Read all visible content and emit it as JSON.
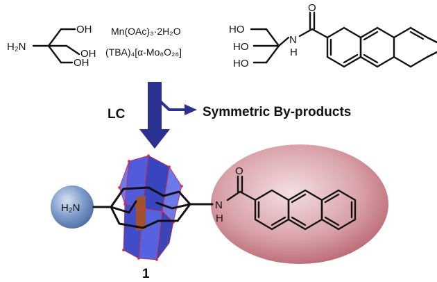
{
  "reagents": {
    "tris_nh2": "H₂N",
    "tris_oh1": "OH",
    "tris_oh2": "OH",
    "tris_oh3": "OH",
    "mn_salt": "Mn(OAc)₃·2H₂O",
    "pom_salt": "(TBA)₄[α-Mo₈O₂₆]",
    "anth_ho1": "HO",
    "anth_ho2": "HO",
    "anth_ho3": "HO",
    "anth_o": "O",
    "anth_n": "N",
    "anth_h": "H"
  },
  "reaction": {
    "condition": "LC",
    "byproduct": "Symmetric By-products"
  },
  "product": {
    "amine_label": "H₂N",
    "amide_o": "O",
    "amide_n": "N",
    "amide_h": "H",
    "compound_number": "1"
  },
  "colors": {
    "arrow": "#2b3190",
    "polyhedra": "#2733c8",
    "amine_sphere": "#6f8fc0",
    "anthracene_ellipse": "#c77f88",
    "manganese": "#a0522d"
  }
}
